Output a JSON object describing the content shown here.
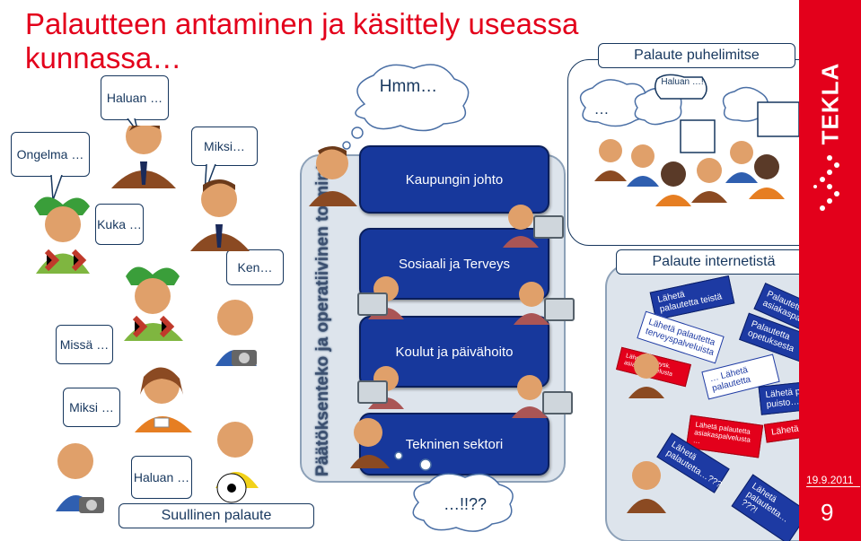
{
  "title": "Palautteen antaminen ja käsittely useassa kunnassa…",
  "bubbles_left": {
    "haluan_top": "Haluan …",
    "ongelma": "Ongelma …",
    "miksi_top": "Miksi…",
    "kuka": "Kuka …",
    "ken": "Ken…",
    "missa": "Missä …",
    "miksi_bottom": "Miksi …",
    "haluan_bottom": "Haluan …",
    "suullinen": "Suullinen palaute"
  },
  "center": {
    "thought": "Hmm…",
    "vertical_title": "Päätöksenteko ja operatiivinen toiminta",
    "levels": [
      "Kaupungin johto",
      "Sosiaali ja Terveys",
      "Koulut ja päivähoito",
      "Tekninen sektori"
    ],
    "bottom_cloud": "…!!??"
  },
  "phone": {
    "header": "Palaute puhelimitse",
    "cloud_dots": "…",
    "haluan": "Haluan …!"
  },
  "internet": {
    "header": "Palaute internetistä",
    "notes": [
      "Lähetä palautetta teistä",
      "Palautetta asiakaspalvelusta",
      "Lähetä palautetta terveyspalveluista",
      "Palautetta opetuksesta",
      "Lähetä terveysk. asiakaspalvelusta",
      "… Lähetä palautetta",
      "Lähetä palautetta puisto…",
      "Lähetä palautetta asiakaspalvelusta …",
      "Lähetä…!",
      "Lähetä palautetta…???",
      "Lähetä palautetta… ???!"
    ]
  },
  "footer": {
    "date": "19.9.2011",
    "page": "9"
  },
  "brand": {
    "logo": "TEKLA"
  },
  "colors": {
    "red": "#e3001b",
    "navy": "#17389c",
    "panel": "#dde4ec"
  }
}
